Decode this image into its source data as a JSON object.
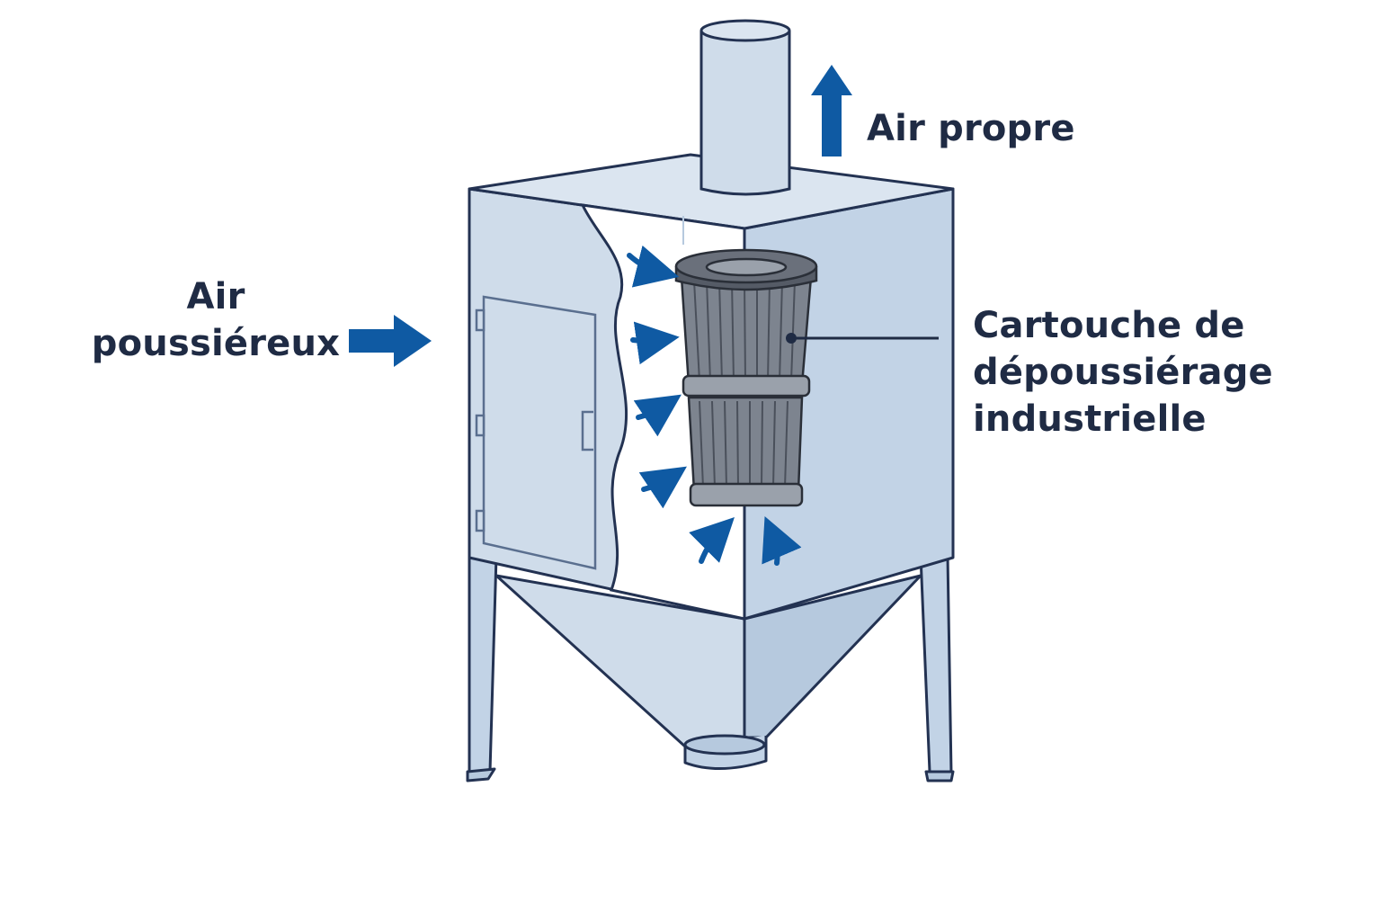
{
  "labels": {
    "dusty_air": [
      "Air",
      "poussiéreux"
    ],
    "clean_air": "Air propre",
    "cartridge": [
      "Cartouche de",
      "dépoussiérage",
      "industrielle"
    ]
  },
  "colors": {
    "outline": "#233252",
    "panel_light": "#cfdcea",
    "panel_mid": "#c2d3e6",
    "panel_dark": "#b6c9de",
    "interior": "#ffffff",
    "arrow": "#0f5aa3",
    "filter_dark": "#555b66",
    "filter_mid": "#7d848f",
    "filter_light": "#9aa1ab",
    "text": "#1f2b44"
  }
}
